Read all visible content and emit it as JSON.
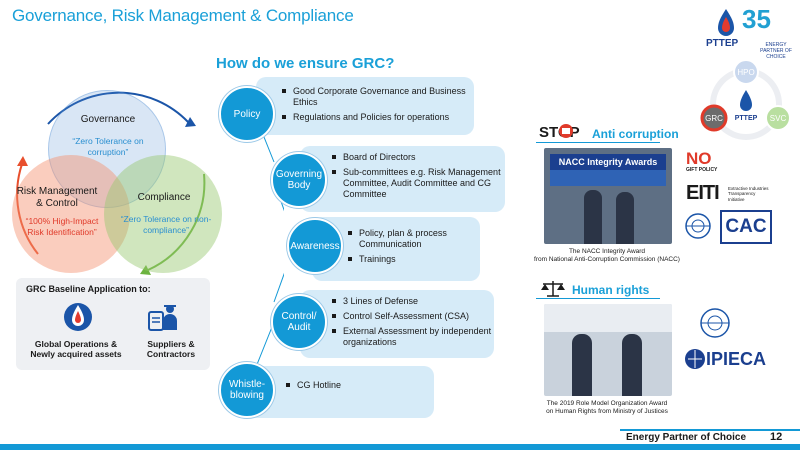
{
  "header": {
    "title": "Governance, Risk Management & Compliance",
    "brand_name": "PTTEP",
    "anniversary": "35",
    "brand_tagline": "ENERGY PARTNER OF CHOICE"
  },
  "subtitle": "How do we ensure GRC?",
  "venn": {
    "governance": {
      "title": "Governance",
      "quote": "“Zero Tolerance on corruption”"
    },
    "risk": {
      "title": "Risk Management & Control",
      "quote": "“100% High-Impact Risk Identification”"
    },
    "compliance": {
      "title": "Compliance",
      "quote": "“Zero Tolerance on non-compliance”"
    }
  },
  "baseline": {
    "title": "GRC Baseline Application to:",
    "items": [
      {
        "label": "Global Operations & Newly acquired assets",
        "icon": "oil-rig-icon"
      },
      {
        "label": "Suppliers & Contractors",
        "icon": "contractor-icon"
      }
    ]
  },
  "grc_steps": [
    {
      "name": "Policy",
      "bullets": [
        "Good Corporate Governance and Business Ethics",
        "Regulations and Policies for operations"
      ]
    },
    {
      "name": "Governing Body",
      "bullets": [
        "Board of Directors",
        "Sub-committees e.g. Risk Management Committee, Audit Committee and CG Committee"
      ]
    },
    {
      "name": "Awareness",
      "bullets": [
        "Policy, plan & process Communication",
        "Trainings"
      ]
    },
    {
      "name": "Control/ Audit",
      "bullets": [
        "3 Lines of Defense",
        "Control Self-Assessment (CSA)",
        "External Assessment by independent organizations"
      ]
    },
    {
      "name": "Whistle-blowing",
      "bullets": [
        "CG Hotline"
      ]
    }
  ],
  "hpo_ring": {
    "top": "HPO",
    "left": "GRC",
    "right": "SVC",
    "center": "PTTEP"
  },
  "anti_corruption": {
    "title": "Anti corruption",
    "stop_label": "STOP",
    "banner": "NACC Integrity Awards",
    "caption_line1": "The NACC Integrity Award",
    "caption_line2": "from National Anti-Corruption Commission (NACC)",
    "logos": {
      "no_gift": "NO",
      "no_gift_sub": "GIFT POLICY",
      "eiti": "EITI",
      "eiti_sub": "Extractive Industries Transparency Initiative",
      "cac": "CAC"
    }
  },
  "human_rights": {
    "title": "Human rights",
    "caption_line1": "The 2019 Role Model Organization Award",
    "caption_line2": "on Human Rights from Ministry of Justices",
    "logos": {
      "ipieca": "IPIECA"
    }
  },
  "footer": {
    "tagline": "Energy Partner of Choice",
    "page": "12"
  },
  "colors": {
    "accent": "#1399d6",
    "title": "#1aa0d8",
    "risk": "#f3916e",
    "compliance": "#96c86e",
    "red": "#e03a2a"
  }
}
